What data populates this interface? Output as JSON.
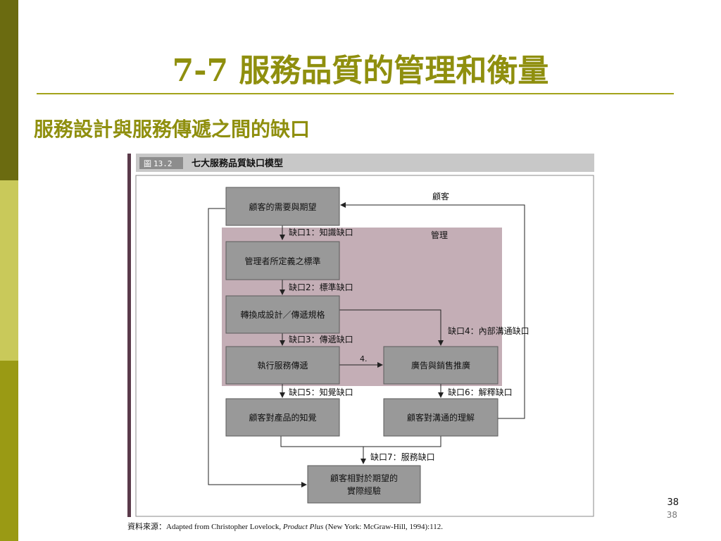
{
  "slide": {
    "title": "7-7 服務品質的管理和衡量",
    "subtitle": "服務設計與服務傳遞之間的缺口",
    "page_number": "38",
    "page_number_small": "38"
  },
  "figure": {
    "number": "13.2",
    "caption": "七大服務品質缺口模型",
    "region_customer": "顧客",
    "region_management": "管理",
    "boxes": {
      "needs": "顧客的需要與期望",
      "standards": "管理者所定義之標準",
      "design": "轉換成設計／傳遞規格",
      "execution": "執行服務傳遞",
      "advertising": "廣告與銷售推廣",
      "perception": "顧客對產品的知覺",
      "comm_understanding": "顧客對溝通的理解",
      "relative_line1": "顧客相對於期望的",
      "relative_line2": "實際經驗"
    },
    "gaps": {
      "gap1": "缺口1：知識缺口",
      "gap2": "缺口2：標準缺口",
      "gap3": "缺口3：傳遞缺口",
      "gap4": "缺口4：內部溝通缺口",
      "gap5": "缺口5：知覺缺口",
      "gap6": "缺口6：解釋缺口",
      "gap7": "缺口7：服務缺口",
      "gap4_marker": "4."
    },
    "source": {
      "label": "資料來源：",
      "text_before": "Adapted from Christopher Lovelock, ",
      "book": "Product Plus",
      "text_after": " (New York: McGraw-Hill, 1994):112."
    },
    "colors": {
      "management_region": "#c4aeb6",
      "box_fill": "#999999",
      "caption_bar": "#c8c8c8",
      "accent_olive": "#8f8f0e"
    }
  }
}
